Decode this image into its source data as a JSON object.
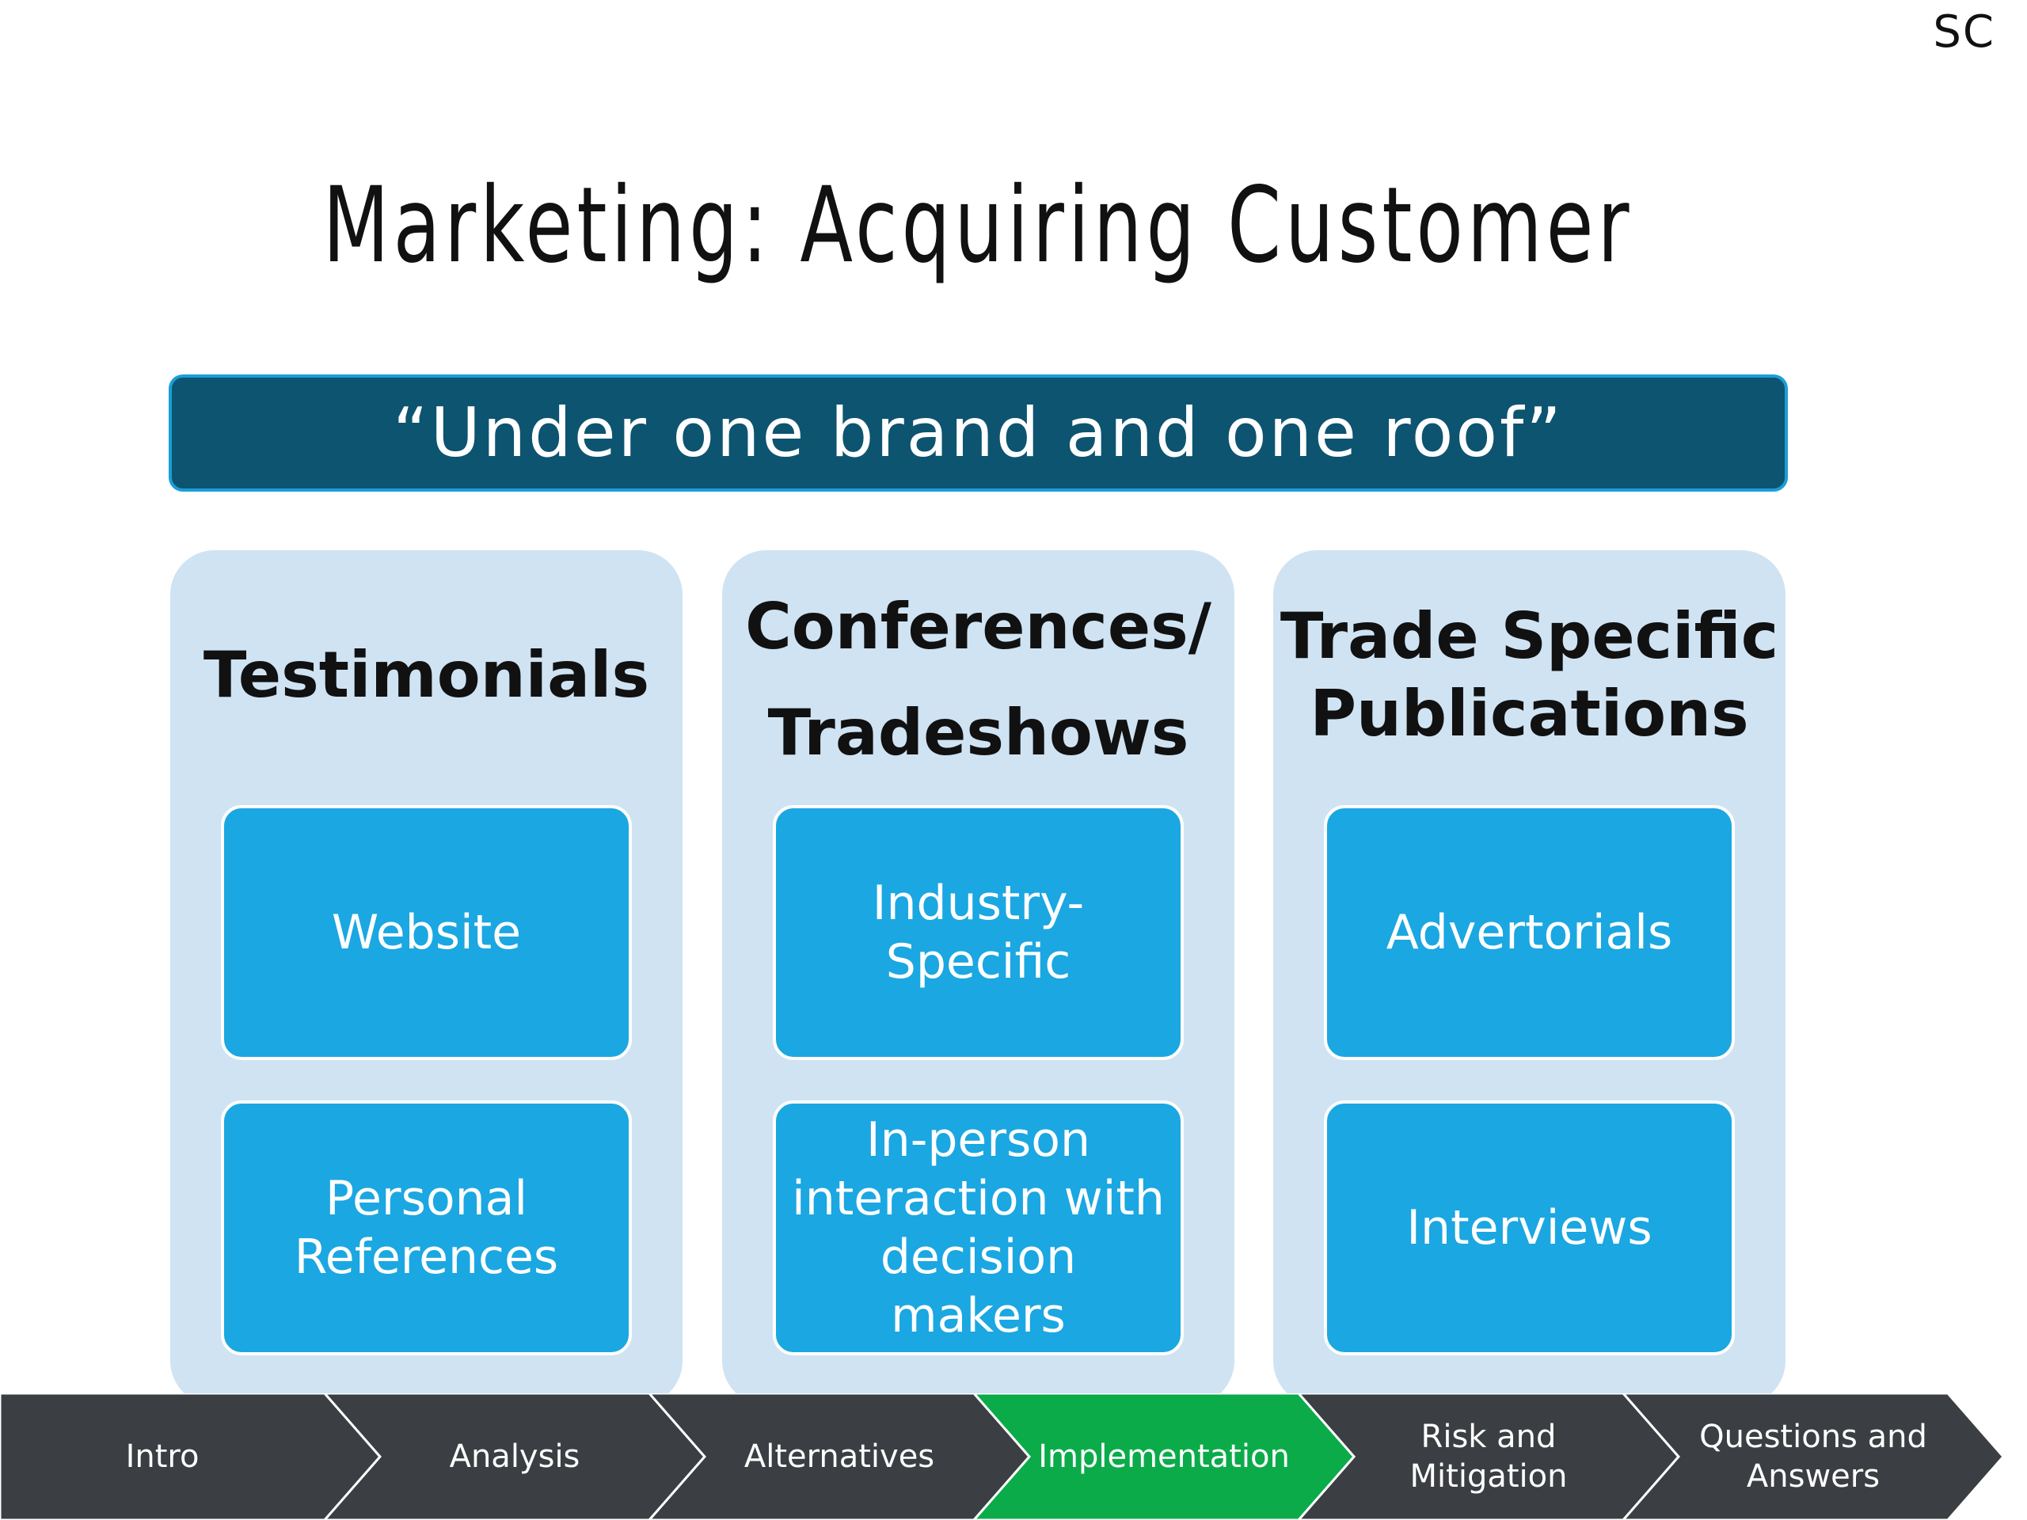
{
  "corner_tag": "SC",
  "title": "Marketing: Acquiring Customer",
  "banner": "“Under one brand and one roof”",
  "columns": [
    {
      "header": "Testimonials",
      "items": [
        "Website",
        "Personal\nReferences"
      ]
    },
    {
      "header": "Conferences/\nTradeshows",
      "items": [
        "Industry-\nSpecific",
        "In-person\ninteraction with\ndecision makers"
      ]
    },
    {
      "header": "Trade Specific\nPublications",
      "items": [
        "Advertorials",
        "Interviews"
      ]
    }
  ],
  "nav": {
    "active_index": 3,
    "items": [
      "Intro",
      "Analysis",
      "Alternatives",
      "Implementation",
      "Risk and\nMitigation",
      "Questions and\nAnswers"
    ]
  },
  "colors": {
    "banner_bg": "#0d5470",
    "column_bg": "#cfe3f3",
    "card_bg": "#1ba7e1",
    "nav_bg": "#3b3e42",
    "nav_active": "#0bab4a",
    "nav_border": "#ffffff"
  }
}
